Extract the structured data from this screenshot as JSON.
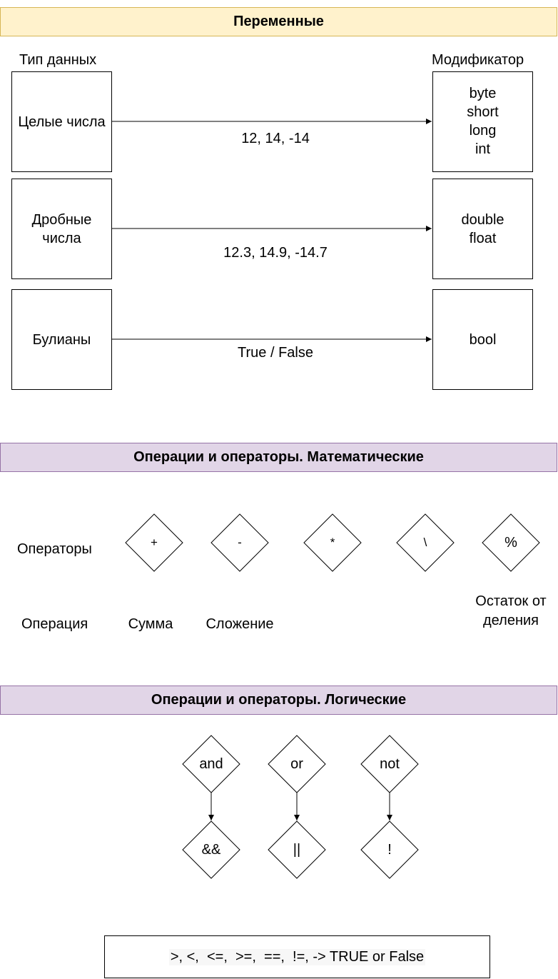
{
  "sections": {
    "variables": "Переменные",
    "math": "Операции и операторы. Математические",
    "logic": "Операции и операторы. Логические"
  },
  "variables": {
    "type_header": "Тип данных",
    "modifier_header": "Модификатор",
    "rows": [
      {
        "type": "Целые числа",
        "example": "12, 14, -14",
        "modifier": "byte\nshort\nlong\nint"
      },
      {
        "type": "Дробные\nчисла",
        "example": "12.3, 14.9, -14.7",
        "modifier": "double\nfloat"
      },
      {
        "type": "Булианы",
        "example": "True / False",
        "modifier": "bool"
      }
    ]
  },
  "math": {
    "operators_label": "Операторы",
    "operation_label": "Операция",
    "operators": [
      "+",
      "-",
      "*",
      "\\",
      "%"
    ],
    "operations": [
      "Сумма",
      "Сложение",
      "Остаток от\nделения"
    ]
  },
  "logic": {
    "words": [
      "and",
      "or",
      "not"
    ],
    "symbols": [
      "&&",
      "||",
      "!"
    ]
  },
  "comparison": ">, <,  <=,  >=,  ==,  !=, -> TRUE or False",
  "colors": {
    "yellow_banner": "#fff2cc",
    "purple_banner": "#e1d5e7"
  }
}
